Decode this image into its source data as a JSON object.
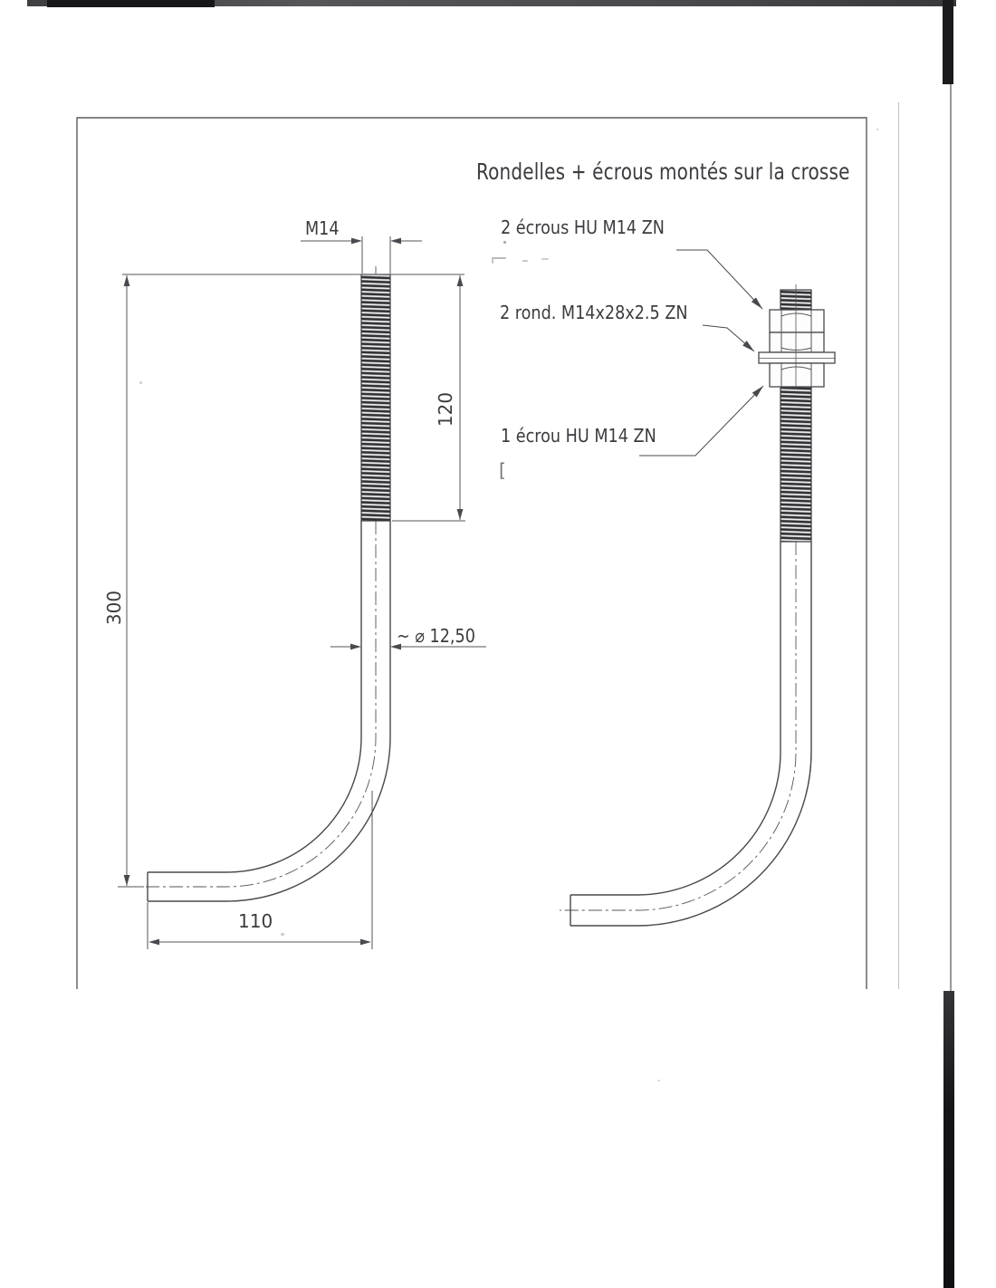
{
  "drawing": {
    "title": "Rondelles + écrous montés sur la crosse",
    "callouts": {
      "top_nuts": "2 écrous HU M14 ZN",
      "washers": "2 rond. M14x28x2.5 ZN",
      "bottom_nut": "1 écrou HU M14 ZN"
    },
    "dimensions": {
      "thread": "M14",
      "thread_length": "120",
      "height": "300",
      "rod_diameter": "~ ⌀ 12,50",
      "foot_length": "110"
    },
    "artifact_bracket": "[",
    "colors": {
      "line": "#4a4a4e",
      "text": "#3c3c40",
      "page_edge": "#1c1c1e"
    }
  }
}
